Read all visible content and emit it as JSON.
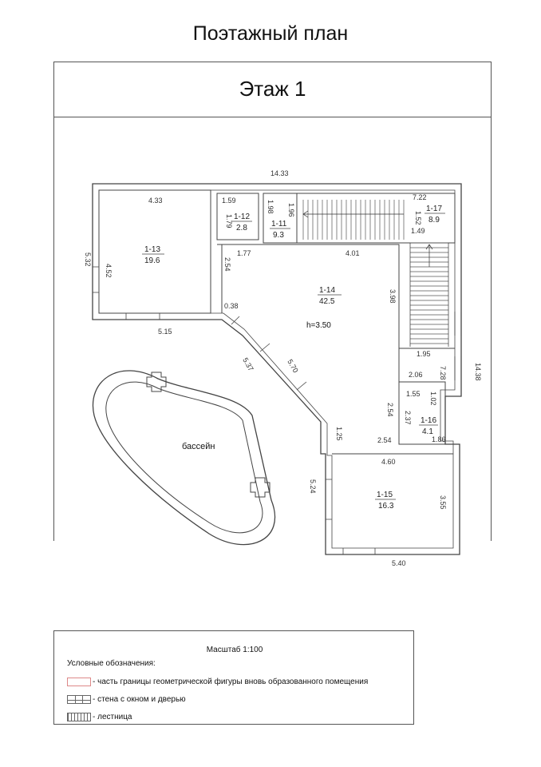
{
  "document": {
    "title": "Поэтажный план",
    "floor": "Этаж 1"
  },
  "plan": {
    "height_label": "h=3.50",
    "pool_label": "бассейн",
    "rooms": [
      {
        "id": "1-13",
        "area": "19.6"
      },
      {
        "id": "1-12",
        "area": "2.8"
      },
      {
        "id": "1-11",
        "area": "9.3"
      },
      {
        "id": "1-17",
        "area": "8.9"
      },
      {
        "id": "1-14",
        "area": "42.5"
      },
      {
        "id": "1-16",
        "area": "4.1"
      },
      {
        "id": "1-15",
        "area": "16.3"
      }
    ],
    "dimensions": [
      "14.33",
      "4.33",
      "5.32",
      "4.52",
      "5.15",
      "1.59",
      "1.79",
      "1.98",
      "1.96",
      "2.54",
      "1.77",
      "0.38",
      "7.22",
      "1.52",
      "1.49",
      "4.01",
      "3.98",
      "1.95",
      "14.38",
      "2.06",
      "7.28",
      "5.37",
      "5.70",
      "1.55",
      "1.02",
      "2.54",
      "2.37",
      "1.86",
      "1.25",
      "2.54",
      "4.60",
      "5.24",
      "3.55",
      "5.40"
    ]
  },
  "legend": {
    "scale": "Масштаб 1:100",
    "title": "Условные обозначения:",
    "items": [
      {
        "icon": "boundary-swatch",
        "text": "- часть границы геометрической фигуры вновь образованного помещения"
      },
      {
        "icon": "wall-window-door-swatch",
        "text": "- стена с окном и дверью"
      },
      {
        "icon": "stairs-swatch",
        "text": "- лестница"
      }
    ]
  }
}
